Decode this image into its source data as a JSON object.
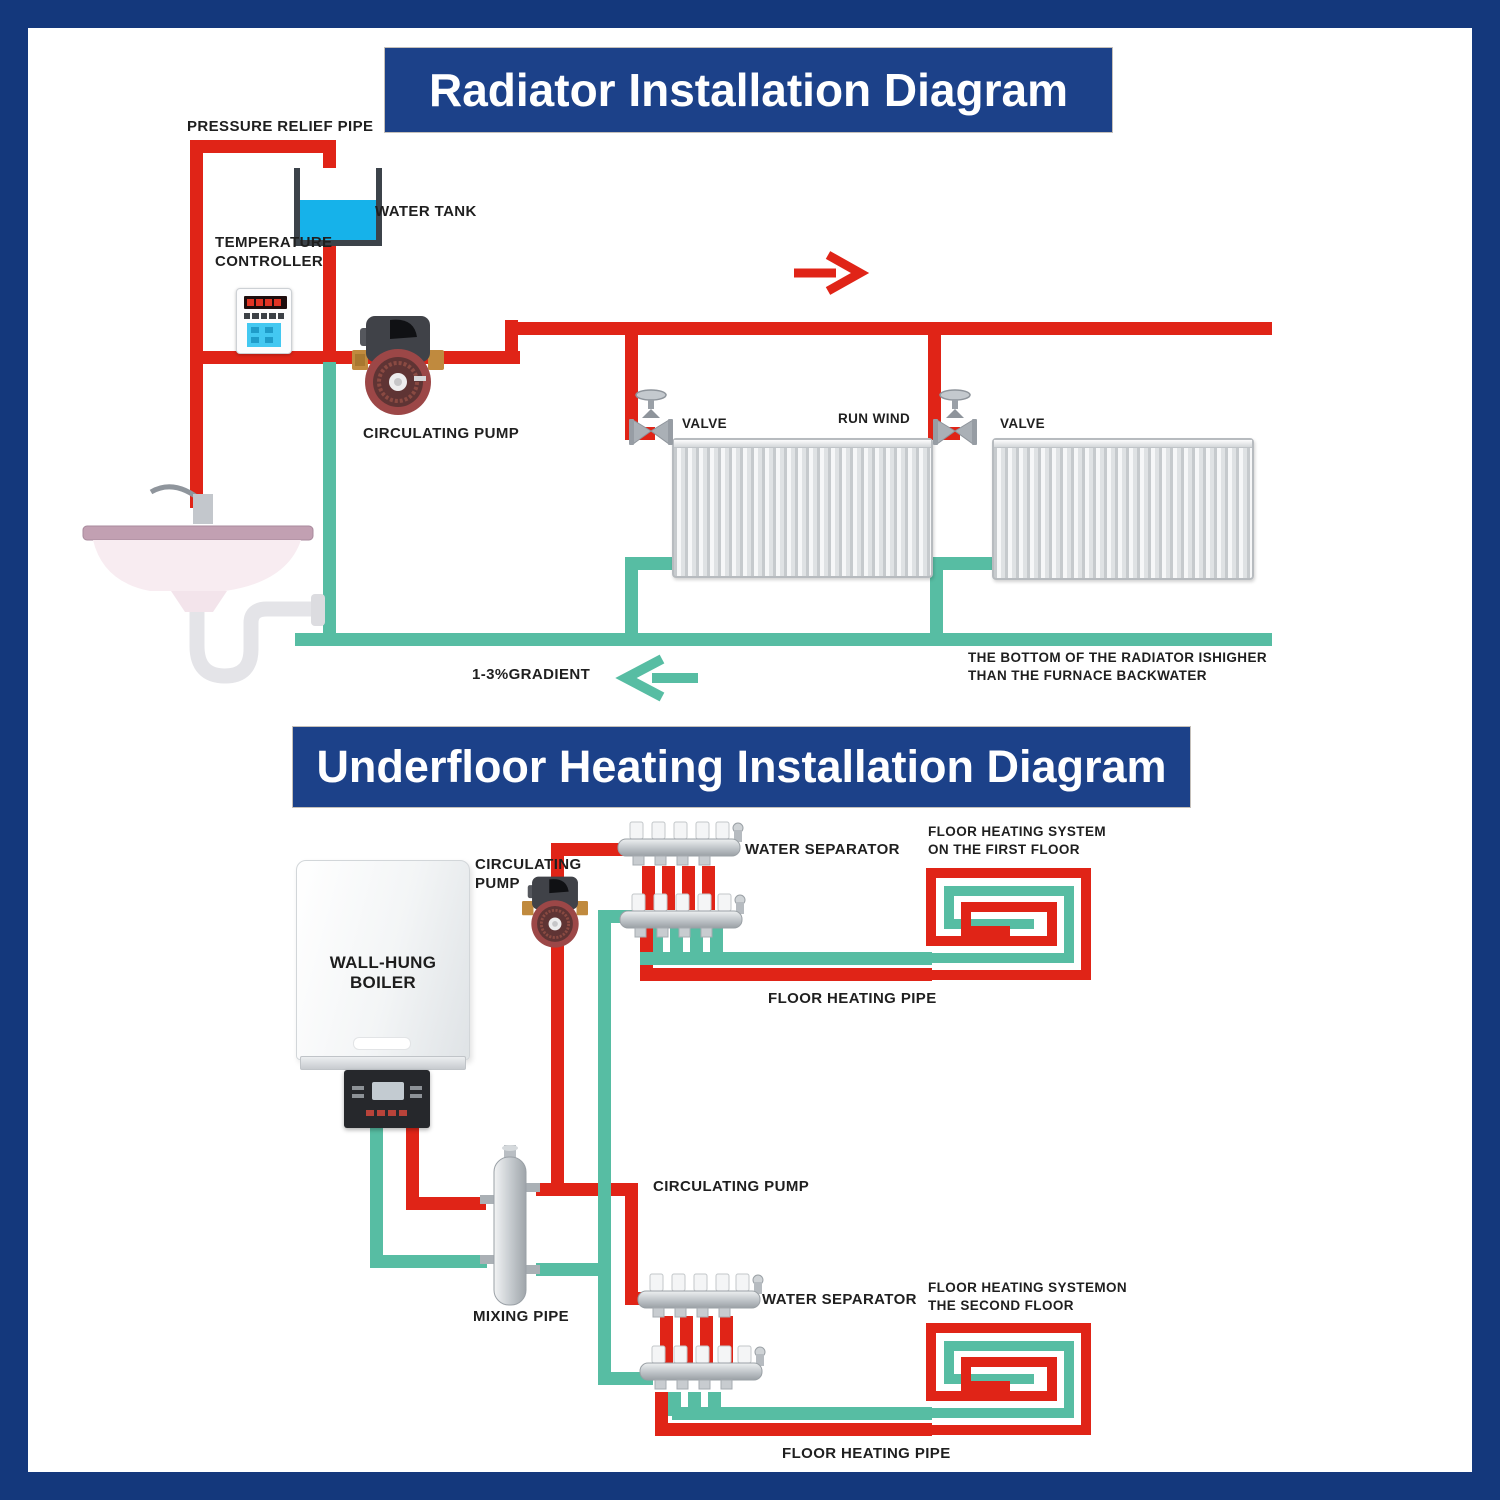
{
  "colors": {
    "frame_blue": "#14387c",
    "banner_blue": "#1c4189",
    "supply_red": "#e02417",
    "return_teal": "#57bda3",
    "tank_water": "#16b2ea"
  },
  "banners": {
    "radiator": "Radiator Installation Diagram",
    "underfloor": "Underfloor Heating Installation Diagram"
  },
  "radiator_diagram": {
    "pressure_relief_pipe": "PRESSURE RELIEF PIPE",
    "water_tank": "WATER TANK",
    "temperature_controller_line1": "TEMPERATURE",
    "temperature_controller_line2": "CONTROLLER",
    "circulating_pump": "CIRCULATING PUMP",
    "valve_left": "VALVE",
    "run_wind": "RUN WIND",
    "valve_right": "VALVE",
    "gradient_note": "1-3%GRADIENT",
    "bottom_note_line1": "THE BOTTOM OF THE RADIATOR ISHIGHER",
    "bottom_note_line2": "THAN THE FURNACE BACKWATER"
  },
  "underfloor_diagram": {
    "circulating_pump_top_line1": "CIRCULATING",
    "circulating_pump_top_line2": "PUMP",
    "water_separator_first": "WATER SEPARATOR",
    "floor_system_first_line1": "FLOOR HEATING SYSTEM",
    "floor_system_first_line2": "ON THE FIRST FLOOR",
    "floor_heating_pipe_first": "FLOOR HEATING PIPE",
    "wall_hung_boiler": "WALL-HUNG BOILER",
    "circulating_pump_mid": "CIRCULATING PUMP",
    "mixing_pipe": "MIXING PIPE",
    "water_separator_second": "WATER SEPARATOR",
    "floor_system_second_line1": "FLOOR HEATING SYSTEMON",
    "floor_system_second_line2": "THE SECOND FLOOR",
    "floor_heating_pipe_second": "FLOOR HEATING PIPE"
  }
}
